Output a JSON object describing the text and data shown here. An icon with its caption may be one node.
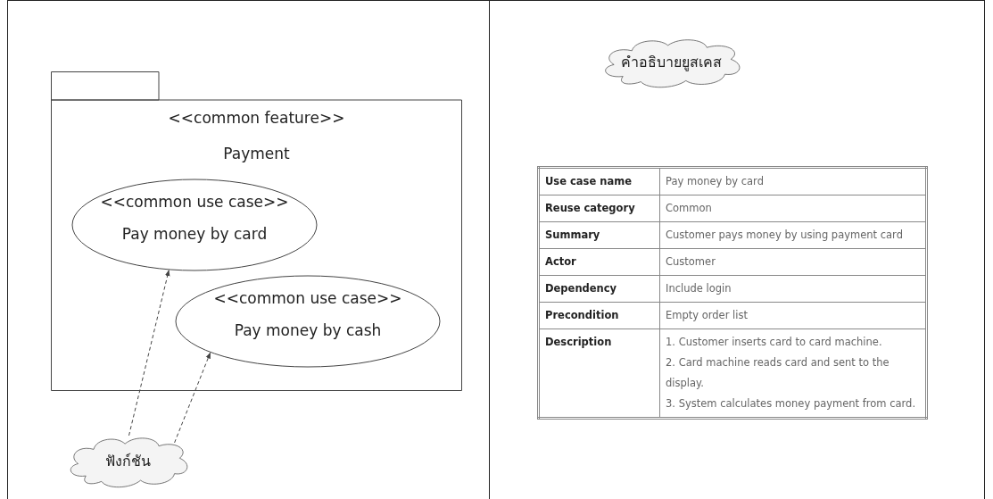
{
  "diagram": {
    "nodes": [
      {
        "text": [
          "<<common feature>>",
          "Payment"
        ]
      },
      {
        "text": [
          "<<common use case>>",
          "Pay money by card"
        ],
        "in": 0
      },
      {
        "text": [
          "<<common use case>>",
          "Pay money by cash"
        ],
        "in": 0
      },
      {
        "text": [
          "ฟังก์ชัน"
        ]
      },
      {
        "text": [
          "คำอธิบายยูสเคส"
        ]
      }
    ],
    "edges": [
      {
        "from": 3,
        "to": 1,
        "arrow": "to",
        "style": "dashed"
      },
      {
        "from": 3,
        "to": 2,
        "arrow": "to",
        "style": "dashed"
      }
    ],
    "labels": [
      "Use case name",
      "Pay money by card",
      "Reuse category",
      "Common",
      "Summary",
      "Customer pays money by using payment card",
      "Actor",
      "Customer",
      "Dependency",
      "Include login",
      "Precondition",
      "Empty order list",
      "Description",
      "1. Customer inserts card to card machine.",
      "2. Card machine reads card and sent to the display.",
      "3. System calculates money payment from card."
    ]
  }
}
